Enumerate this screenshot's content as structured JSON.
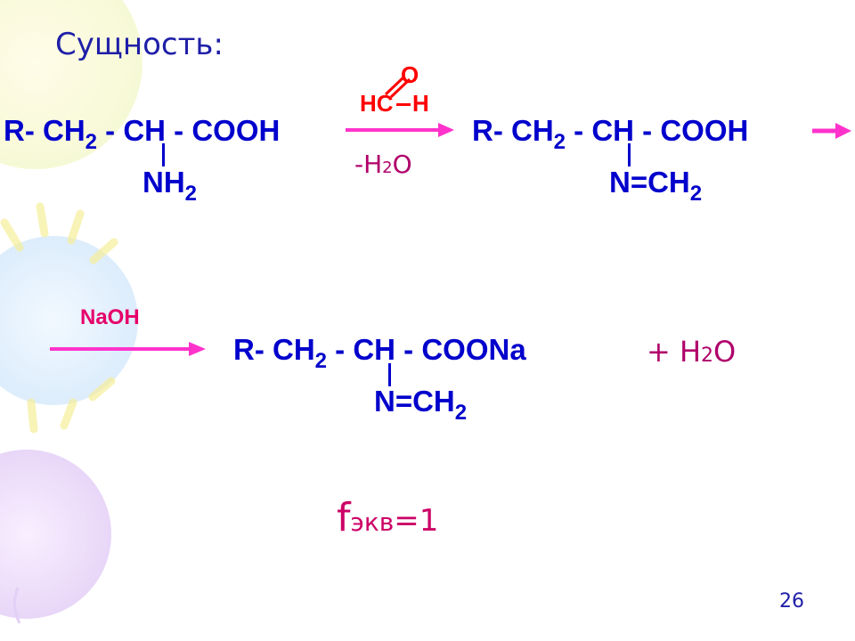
{
  "slide": {
    "title": "Сущность:",
    "page_number": "26"
  },
  "reaction1": {
    "reactant": {
      "main_a": "R- CH",
      "main_sub": "2",
      "main_b": " - CH - COOH",
      "substituent": "NH",
      "substituent_sub": "2"
    },
    "reagent_above": {
      "oxygen": "O",
      "hc": "HC",
      "h": "H"
    },
    "reagent_below": {
      "prefix": "-H",
      "sub": "2",
      "suffix": "O"
    },
    "product": {
      "main_a": "R- CH",
      "main_sub": "2",
      "main_b": " - CH - COOH",
      "substituent": "N=CH",
      "substituent_sub": "2"
    }
  },
  "reaction2": {
    "reagent": "NaOH",
    "product": {
      "main_a": "R- CH",
      "main_sub": "2",
      "main_b": " - CH - COONa",
      "substituent": "N=CH",
      "substituent_sub": "2"
    },
    "byproduct": {
      "prefix": "+ H",
      "sub": "2",
      "suffix": "O"
    }
  },
  "equivalence": {
    "f": "f",
    "sub": "экв",
    "value": "=1"
  },
  "colors": {
    "title": "#1f1fa8",
    "formula": "#0000cc",
    "arrow": "#ff33cc",
    "reagent": "#b0006a",
    "formyl": "#ff0000",
    "naoh": "#e6006a"
  }
}
